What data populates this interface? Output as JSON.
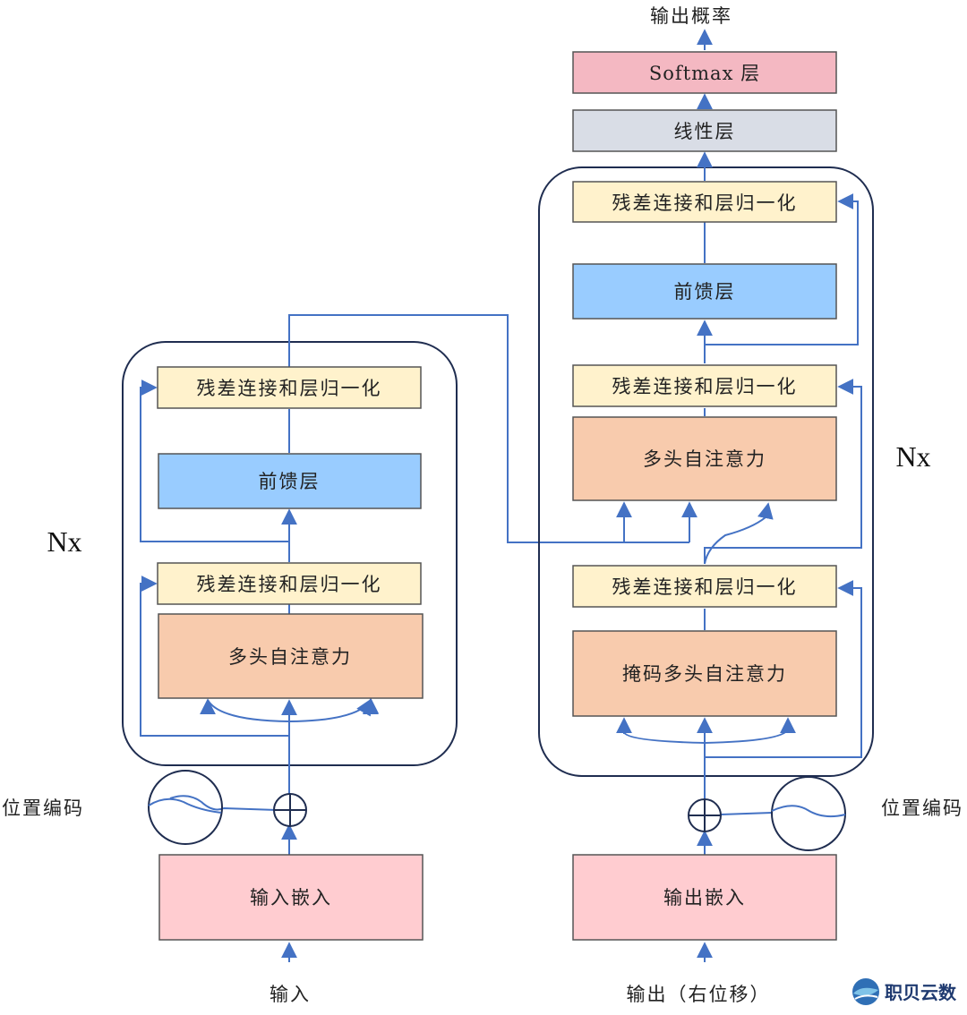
{
  "encoder": {
    "input_label": "输入",
    "embedding": "输入嵌入",
    "pos_encoding": "位置编码",
    "attention": "多头自注意力",
    "add_norm_1": "残差连接和层归一化",
    "feed_forward": "前馈层",
    "add_norm_2": "残差连接和层归一化",
    "repeat": "Nx"
  },
  "decoder": {
    "input_label": "输出（右位移）",
    "embedding": "输出嵌入",
    "pos_encoding": "位置编码",
    "masked_attention": "掩码多头自注意力",
    "add_norm_1": "残差连接和层归一化",
    "cross_attention": "多头自注意力",
    "add_norm_2": "残差连接和层归一化",
    "feed_forward": "前馈层",
    "add_norm_3": "残差连接和层归一化",
    "repeat": "Nx"
  },
  "head": {
    "linear": "线性层",
    "softmax": "Softmax 层",
    "output_label": "输出概率"
  },
  "logo": {
    "text": "职贝云数"
  },
  "colors": {
    "add_norm": "#fff2cc",
    "feed_forward": "#99ccff",
    "attention": "#f8cbad",
    "embedding": "#ffccd0",
    "linear": "#d9dde6",
    "softmax": "#f4b8c2",
    "arrow": "#4472c4",
    "border": "#1f2d50"
  }
}
